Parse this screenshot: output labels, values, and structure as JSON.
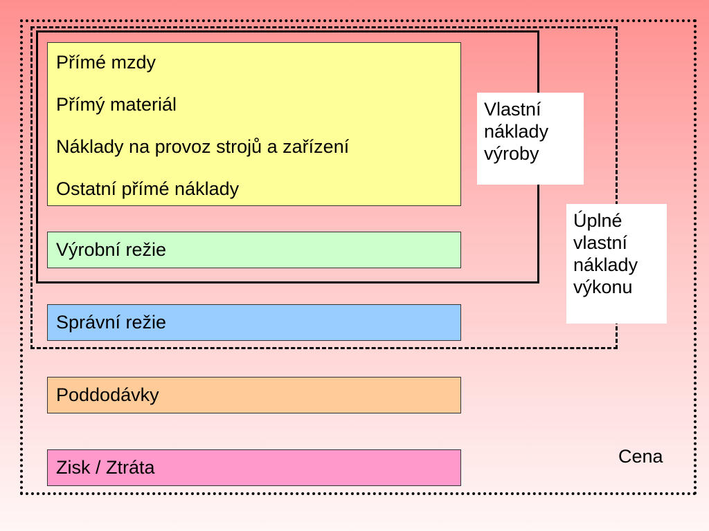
{
  "direct_costs": [
    "Přímé mzdy",
    "Přímý materiál",
    "Náklady na provoz strojů a zařízení",
    "Ostatní přímé náklady"
  ],
  "production_overhead": "Výrobní režie",
  "administrative_overhead": "Správní režie",
  "subcontracting": "Poddodávky",
  "profit_loss": "Zisk / Ztráta",
  "label_own_production_costs": [
    "Vlastní",
    "náklady",
    "výroby"
  ],
  "label_full_own_costs": [
    "Úplné",
    "vlastní",
    "náklady",
    "výkonu"
  ],
  "label_price": "Cena",
  "colors": {
    "direct_costs": "#ffff99",
    "production_overhead": "#ccffcc",
    "administrative_overhead": "#99ccff",
    "subcontracting": "#ffcc99",
    "profit_loss": "#ff99cc"
  }
}
